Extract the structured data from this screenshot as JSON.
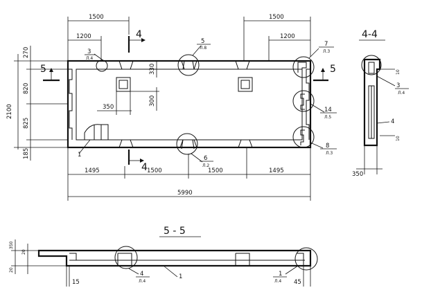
{
  "plan": {
    "top_dims": {
      "d1500_left": "1500",
      "d1200_left": "1200",
      "d1500_right": "1500",
      "d1200_right": "1200"
    },
    "side_dims": {
      "d270": "270",
      "d2100": "2100",
      "d820": "820",
      "d825": "825",
      "d185": "185"
    },
    "inner_dims": {
      "d330": "330",
      "d300": "300",
      "d350": "350"
    },
    "bottom_dims": {
      "d1495_left": "1495",
      "d1500_a": "1500",
      "d1500_b": "1500",
      "d1495_right": "1495",
      "total": "5990"
    },
    "section_marks": {
      "s4_top": "4",
      "s4_bottom": "4",
      "s5_left": "5",
      "s5_right": "5"
    },
    "callouts": [
      {
        "num": "3",
        "sheet": "Л.4"
      },
      {
        "num": "5",
        "sheet": "Л.8"
      },
      {
        "num": "7",
        "sheet": "Л.3"
      },
      {
        "num": "14",
        "sheet": "Л.5"
      },
      {
        "num": "8",
        "sheet": "Л.3"
      },
      {
        "num": "6",
        "sheet": "Л.2"
      },
      {
        "num": "1",
        "sheet": ""
      }
    ]
  },
  "section_44": {
    "title": "4-4",
    "labels": {
      "d10_top": "10",
      "d10_bottom": "10",
      "d350": "350",
      "callout3": "3",
      "callout3_sheet": "Л.4",
      "callout4": "4"
    }
  },
  "section_55": {
    "title": "5 - 5",
    "labels": {
      "d350": "350",
      "d20_top": "20",
      "d20_bottom": "20",
      "d15": "15",
      "d45": "45",
      "callout4": "4",
      "callout4_sheet": "Л.4",
      "callout1a": "1",
      "callout1b": "1",
      "callout1b_sheet": "Л.4"
    }
  }
}
